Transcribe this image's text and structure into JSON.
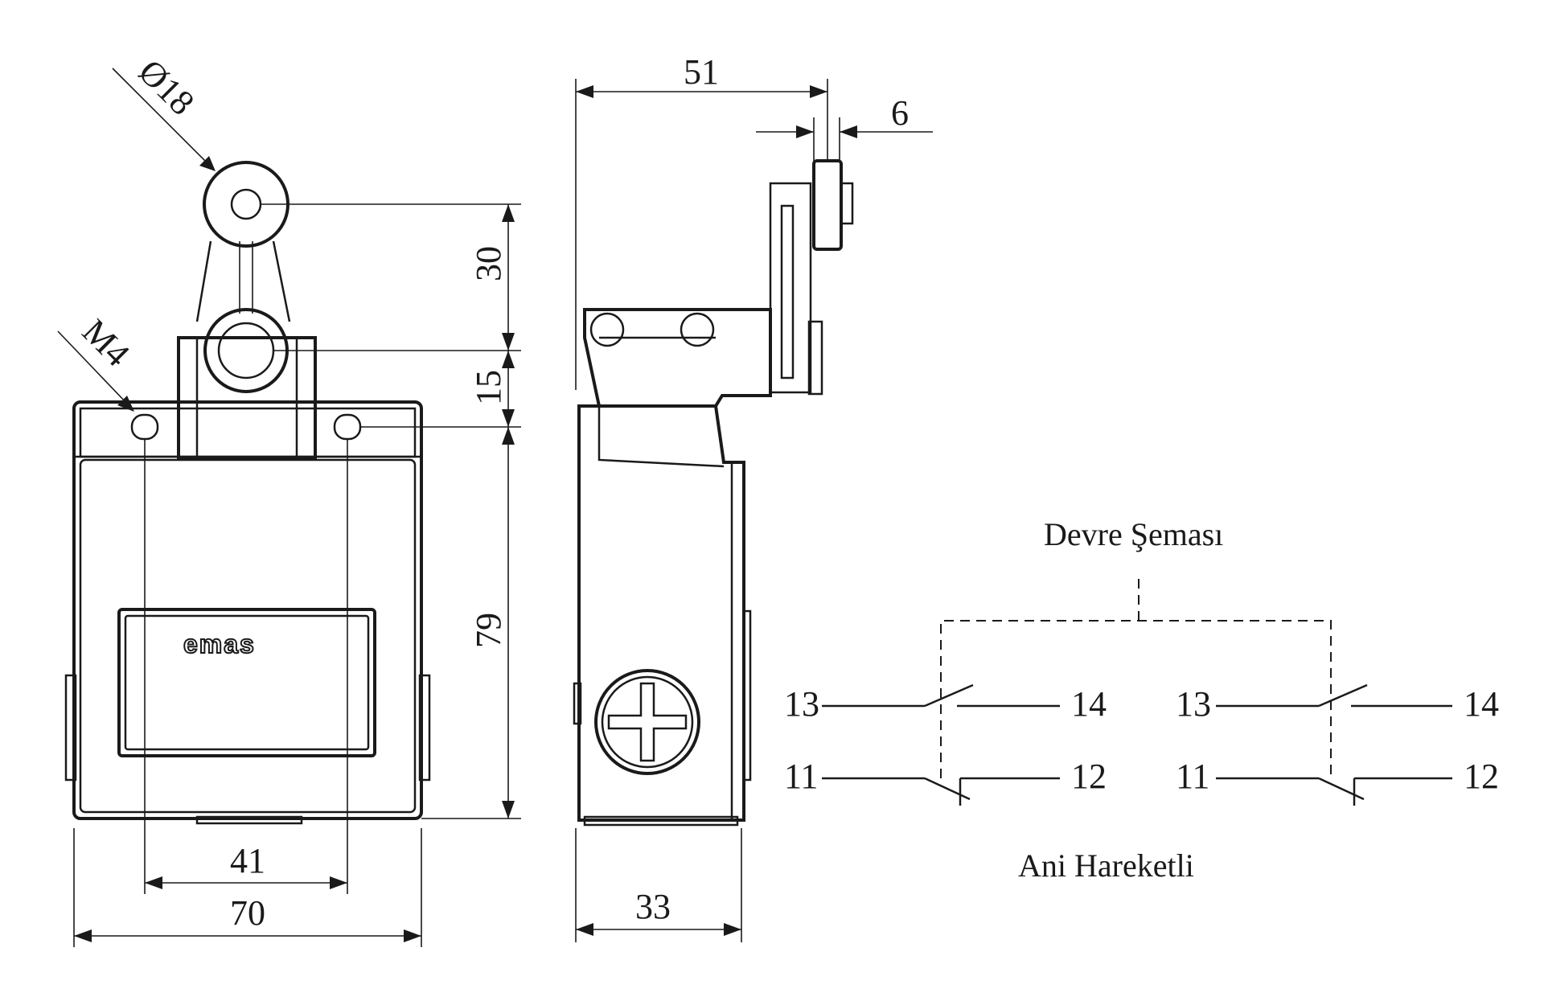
{
  "dimensions": {
    "roller_diameter": "Ø18",
    "mount_thread": "M4",
    "arm_length": "30",
    "pivot_to_holes": "15",
    "body_height": "79",
    "hole_spacing": "41",
    "body_width": "70",
    "side_reach": "51",
    "roller_width": "6",
    "body_depth": "33"
  },
  "brand": "emas",
  "circuit": {
    "title": "Devre Şeması",
    "caption": "Ani Hareketli",
    "left": {
      "no_in": "13",
      "no_out": "14",
      "nc_in": "11",
      "nc_out": "12"
    },
    "right": {
      "no_in": "13",
      "no_out": "14",
      "nc_in": "11",
      "nc_out": "12"
    }
  }
}
